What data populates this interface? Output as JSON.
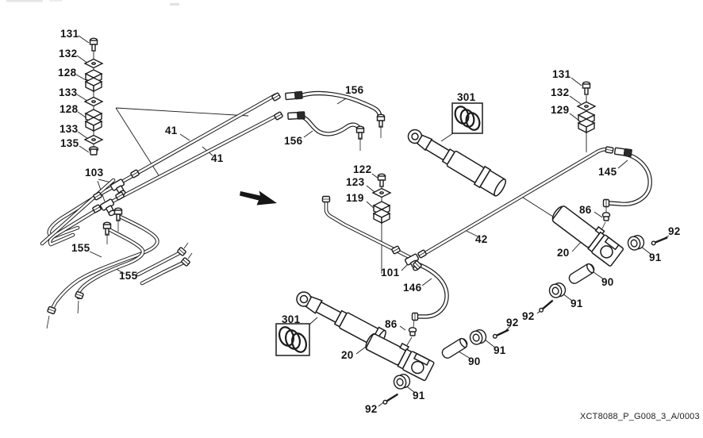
{
  "page": {
    "background": "#ffffff",
    "ink_color": "#1c1c1c",
    "footer_code": "XCT8088_P_G008_3_A/0003"
  },
  "diagram": {
    "type": "exploded-parts-diagram",
    "subject": "hydraulic cylinder piping and clamp assembly",
    "labels": [
      {
        "part": "131"
      },
      {
        "part": "132"
      },
      {
        "part": "128"
      },
      {
        "part": "133"
      },
      {
        "part": "128"
      },
      {
        "part": "133"
      },
      {
        "part": "135"
      },
      {
        "part": "103"
      },
      {
        "part": "41"
      },
      {
        "part": "41"
      },
      {
        "part": "156"
      },
      {
        "part": "156"
      },
      {
        "part": "122"
      },
      {
        "part": "123"
      },
      {
        "part": "119"
      },
      {
        "part": "301"
      },
      {
        "part": "42"
      },
      {
        "part": "101"
      },
      {
        "part": "146"
      },
      {
        "part": "131"
      },
      {
        "part": "132"
      },
      {
        "part": "129"
      },
      {
        "part": "145"
      },
      {
        "part": "86"
      },
      {
        "part": "92"
      },
      {
        "part": "20"
      },
      {
        "part": "91"
      },
      {
        "part": "90"
      },
      {
        "part": "91"
      },
      {
        "part": "92"
      },
      {
        "part": "92"
      },
      {
        "part": "91"
      },
      {
        "part": "90"
      },
      {
        "part": "155"
      },
      {
        "part": "155"
      },
      {
        "part": "301"
      },
      {
        "part": "20"
      },
      {
        "part": "86"
      },
      {
        "part": "91"
      },
      {
        "part": "92"
      }
    ]
  }
}
